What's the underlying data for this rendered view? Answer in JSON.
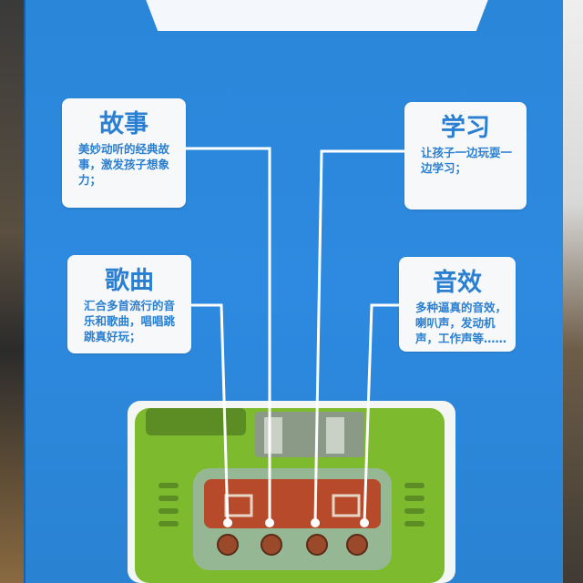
{
  "cards": {
    "story": {
      "title": "故事",
      "text": "美妙动听的经典故事，激发孩子想象力；"
    },
    "study": {
      "title": "学习",
      "text": "让孩子一边玩耍一边学习；"
    },
    "songs": {
      "title": "歌曲",
      "text": "汇合多首流行的音乐和歌曲，唱唱跳跳真好玩；"
    },
    "sounds": {
      "title": "音效",
      "text": "多种逼真的音效，喇叭声，发动机声，工作声等……"
    }
  },
  "colors": {
    "box_blue": "#2d8ae0",
    "card_bg": "#f6f8fa",
    "text_blue": "#2a7fd0",
    "toy_green": "#7dba2e",
    "panel_red": "#b64a2a"
  }
}
